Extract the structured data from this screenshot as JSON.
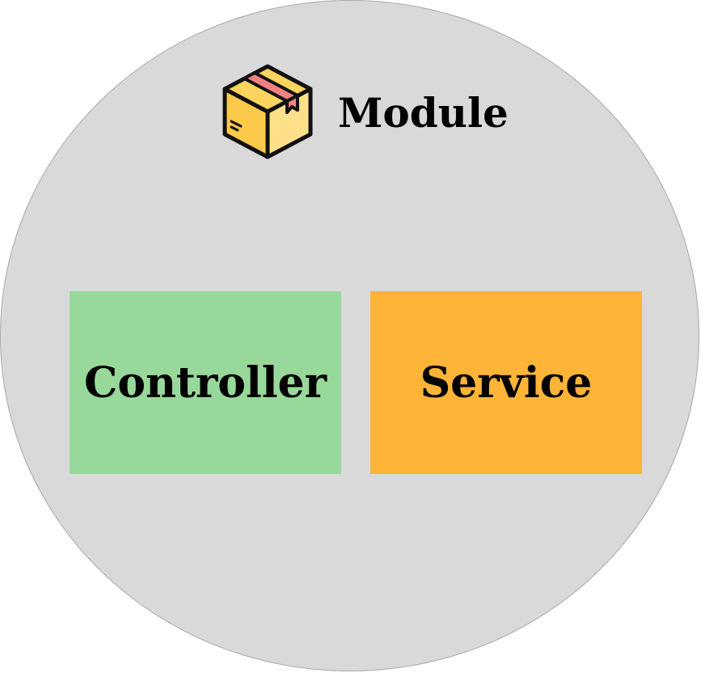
{
  "module": {
    "title": "Module",
    "icon": "package-box-icon",
    "fill_color": "#d9d9d9"
  },
  "components": [
    {
      "label": "Controller",
      "color": "#98d89a"
    },
    {
      "label": "Service",
      "color": "#fdb437"
    }
  ]
}
